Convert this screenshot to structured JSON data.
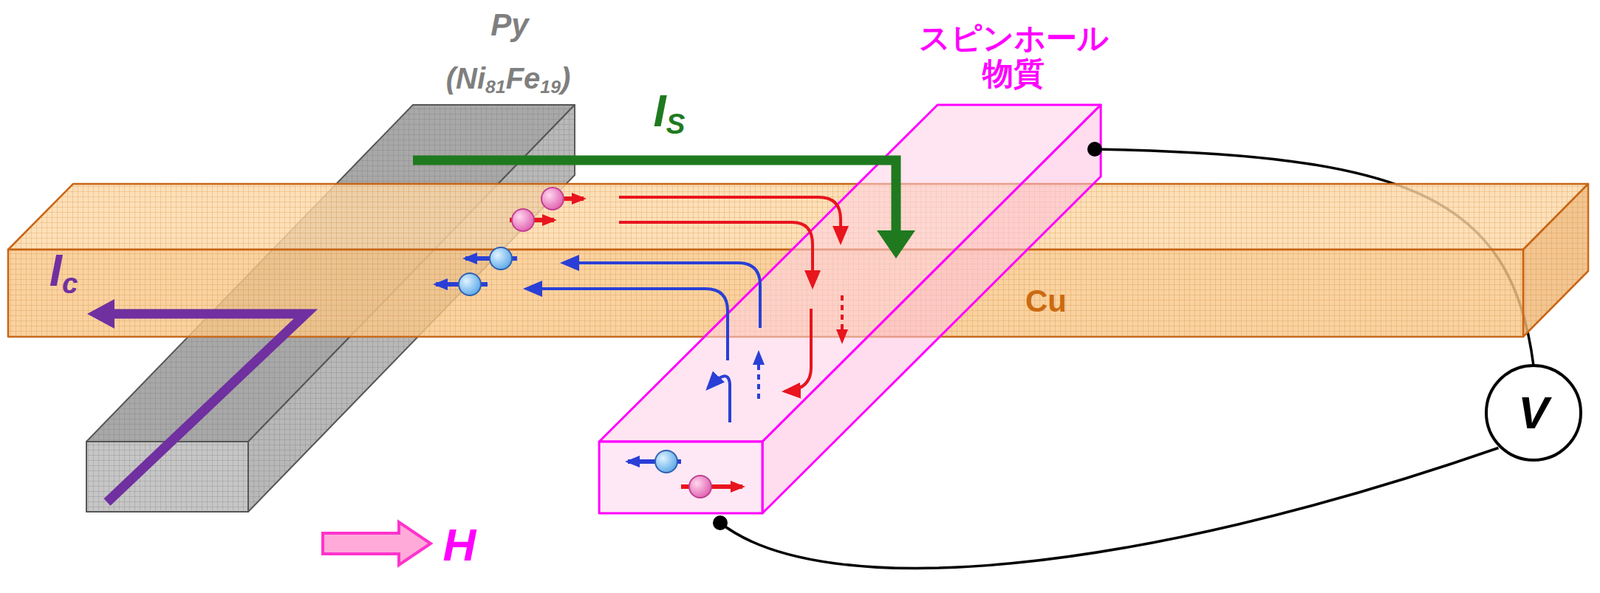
{
  "diagram": {
    "nodes": [
      {
        "text": [
          "Py",
          "(Ni81Fe19)"
        ]
      },
      {
        "text": [
          "Cu"
        ]
      },
      {
        "text": [
          "スピンホール 物質"
        ]
      },
      {
        "text": [
          "V"
        ]
      }
    ],
    "edges": [
      {
        "from": 2,
        "to": 3,
        "arrow": "none"
      },
      {
        "from": 2,
        "to": 3,
        "arrow": "none"
      }
    ],
    "labels": [
      "IS",
      "Ic",
      "H"
    ]
  }
}
